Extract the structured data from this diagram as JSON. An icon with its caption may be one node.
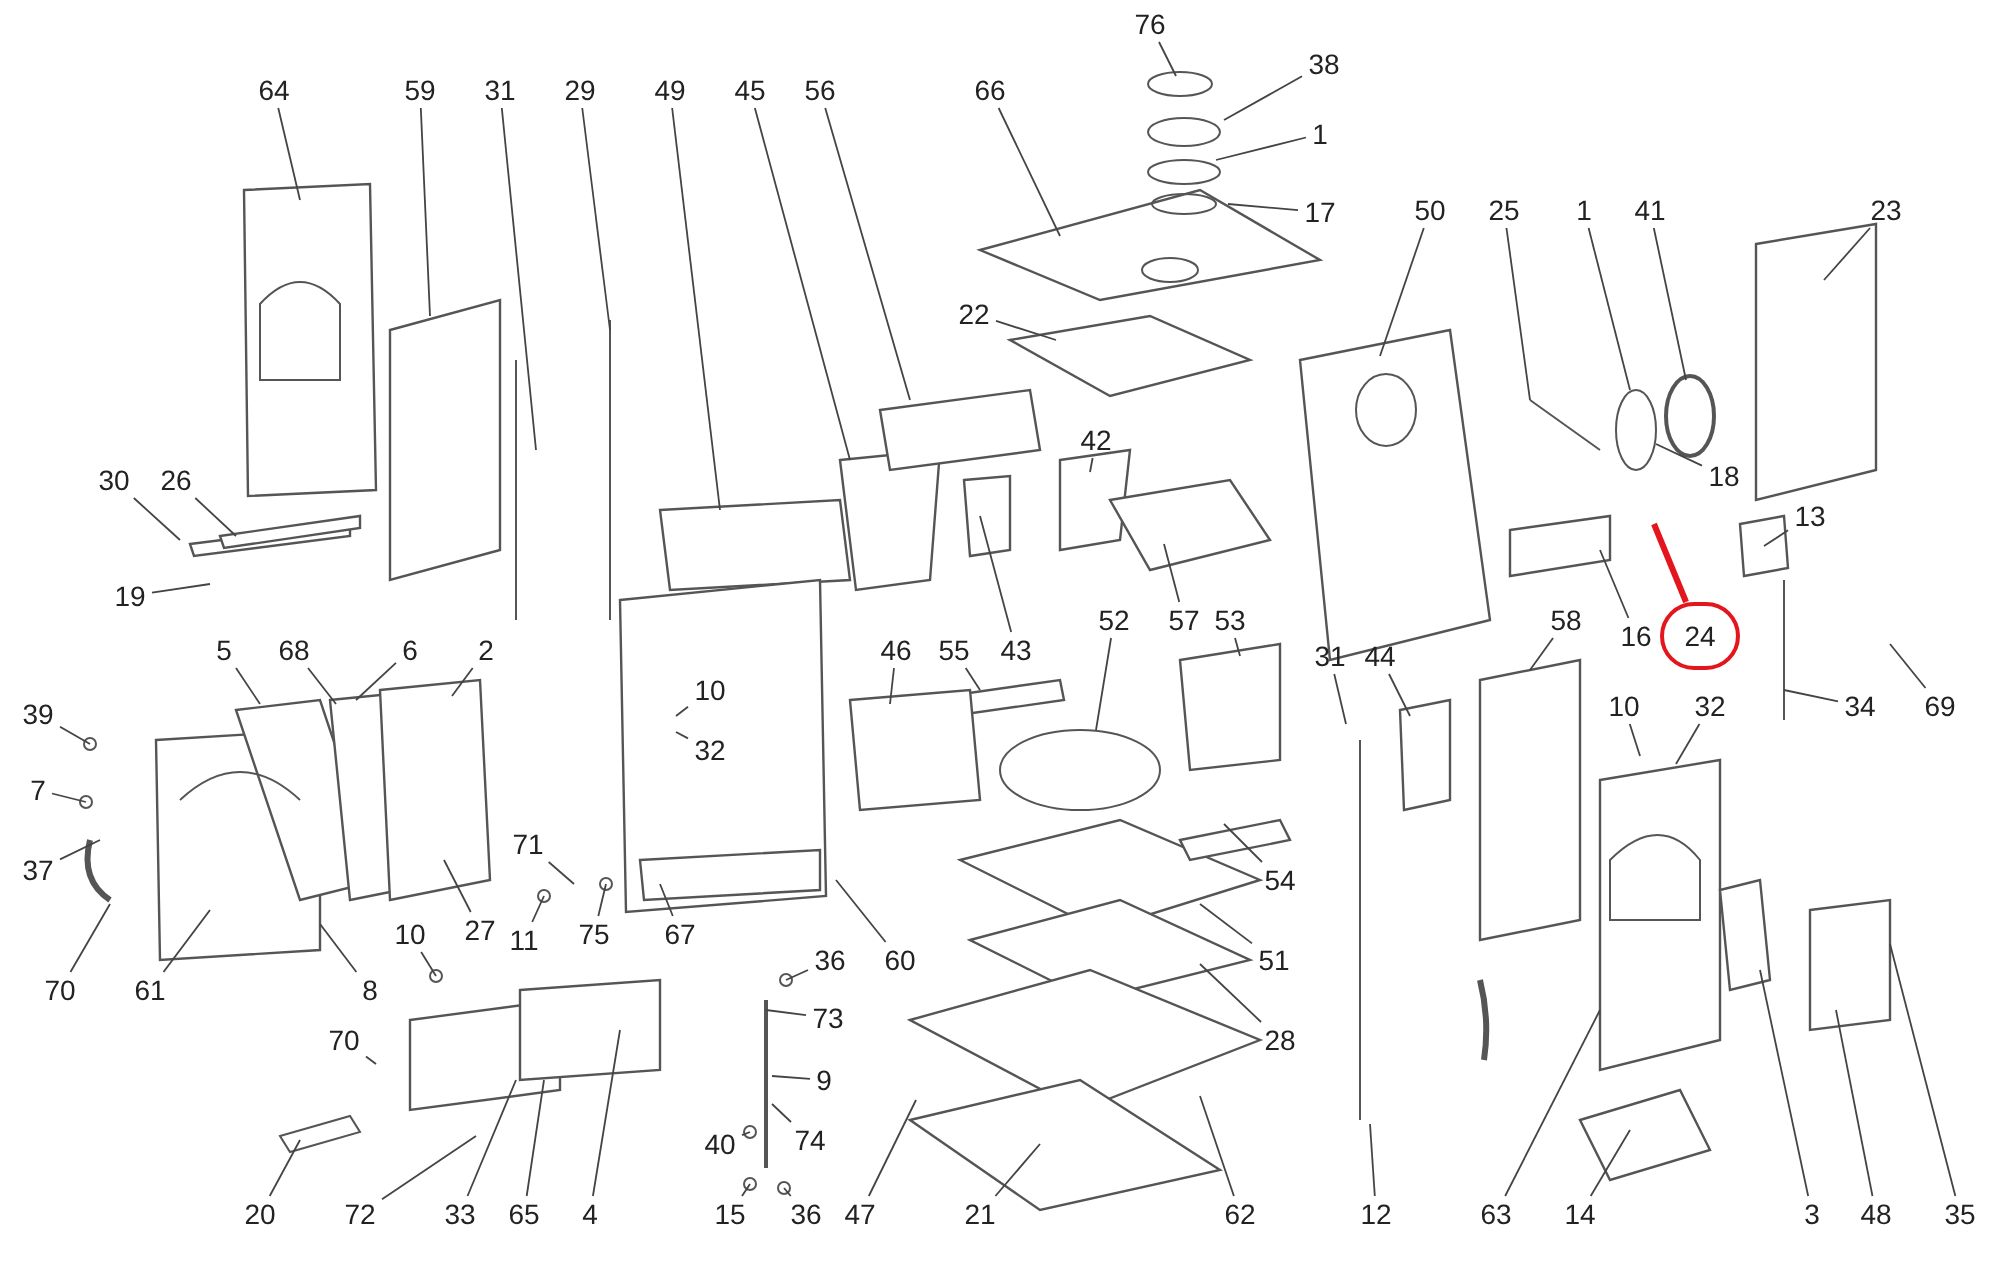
{
  "diagram": {
    "nodes": [
      {
        "text": [
          "76"
        ]
      },
      {
        "text": [
          "38"
        ]
      },
      {
        "text": [
          "64"
        ]
      },
      {
        "text": [
          "59"
        ]
      },
      {
        "text": [
          "31"
        ]
      },
      {
        "text": [
          "29"
        ]
      },
      {
        "text": [
          "49"
        ]
      },
      {
        "text": [
          "45"
        ]
      },
      {
        "text": [
          "56"
        ]
      },
      {
        "text": [
          "66"
        ]
      },
      {
        "text": [
          "1"
        ]
      },
      {
        "text": [
          "17"
        ]
      },
      {
        "text": [
          "50"
        ]
      },
      {
        "text": [
          "25"
        ]
      },
      {
        "text": [
          "1"
        ]
      },
      {
        "text": [
          "41"
        ]
      },
      {
        "text": [
          "23"
        ]
      },
      {
        "text": [
          "22"
        ]
      },
      {
        "text": [
          "42"
        ]
      },
      {
        "text": [
          "18"
        ]
      },
      {
        "text": [
          "30"
        ]
      },
      {
        "text": [
          "26"
        ]
      },
      {
        "text": [
          "13"
        ]
      },
      {
        "text": [
          "19"
        ]
      },
      {
        "text": [
          "52"
        ]
      },
      {
        "text": [
          "57"
        ]
      },
      {
        "text": [
          "53"
        ]
      },
      {
        "text": [
          "58"
        ]
      },
      {
        "text": [
          "16"
        ]
      },
      {
        "text": [
          "24"
        ]
      },
      {
        "text": [
          "5"
        ]
      },
      {
        "text": [
          "68"
        ]
      },
      {
        "text": [
          "6"
        ]
      },
      {
        "text": [
          "2"
        ]
      },
      {
        "text": [
          "46"
        ]
      },
      {
        "text": [
          "55"
        ]
      },
      {
        "text": [
          "43"
        ]
      },
      {
        "text": [
          "31"
        ]
      },
      {
        "text": [
          "44"
        ]
      },
      {
        "text": [
          "10"
        ]
      },
      {
        "text": [
          "10"
        ]
      },
      {
        "text": [
          "32"
        ]
      },
      {
        "text": [
          "34"
        ]
      },
      {
        "text": [
          "69"
        ]
      },
      {
        "text": [
          "39"
        ]
      },
      {
        "text": [
          "32"
        ]
      },
      {
        "text": [
          "7"
        ]
      },
      {
        "text": [
          "37"
        ]
      },
      {
        "text": [
          "71"
        ]
      },
      {
        "text": [
          "54"
        ]
      },
      {
        "text": [
          "11"
        ]
      },
      {
        "text": [
          "75"
        ]
      },
      {
        "text": [
          "67"
        ]
      },
      {
        "text": [
          "27"
        ]
      },
      {
        "text": [
          "10"
        ]
      },
      {
        "text": [
          "36"
        ]
      },
      {
        "text": [
          "60"
        ]
      },
      {
        "text": [
          "51"
        ]
      },
      {
        "text": [
          "70"
        ]
      },
      {
        "text": [
          "61"
        ]
      },
      {
        "text": [
          "8"
        ]
      },
      {
        "text": [
          "73"
        ]
      },
      {
        "text": [
          "70"
        ]
      },
      {
        "text": [
          "28"
        ]
      },
      {
        "text": [
          "9"
        ]
      },
      {
        "text": [
          "74"
        ]
      },
      {
        "text": [
          "40"
        ]
      },
      {
        "text": [
          "20"
        ]
      },
      {
        "text": [
          "72"
        ]
      },
      {
        "text": [
          "33"
        ]
      },
      {
        "text": [
          "65"
        ]
      },
      {
        "text": [
          "4"
        ]
      },
      {
        "text": [
          "15"
        ]
      },
      {
        "text": [
          "36"
        ]
      },
      {
        "text": [
          "47"
        ]
      },
      {
        "text": [
          "21"
        ]
      },
      {
        "text": [
          "62"
        ]
      },
      {
        "text": [
          "12"
        ]
      },
      {
        "text": [
          "63"
        ]
      },
      {
        "text": [
          "14"
        ]
      },
      {
        "text": [
          "3"
        ]
      },
      {
        "text": [
          "48"
        ]
      },
      {
        "text": [
          "35"
        ]
      }
    ],
    "edges": [
      {
        "from": 0,
        "to": null,
        "arrow": "none"
      },
      {
        "from": 1,
        "to": null,
        "arrow": "none"
      },
      {
        "from": 2,
        "to": null,
        "arrow": "none"
      },
      {
        "from": 3,
        "to": null,
        "arrow": "none"
      },
      {
        "from": 4,
        "to": null,
        "arrow": "none"
      },
      {
        "from": 5,
        "to": null,
        "arrow": "none"
      },
      {
        "from": 6,
        "to": null,
        "arrow": "none"
      },
      {
        "from": 7,
        "to": null,
        "arrow": "none"
      },
      {
        "from": 8,
        "to": null,
        "arrow": "none"
      },
      {
        "from": 9,
        "to": null,
        "arrow": "none"
      },
      {
        "from": 10,
        "to": null,
        "arrow": "none"
      },
      {
        "from": 11,
        "to": null,
        "arrow": "none"
      },
      {
        "from": 12,
        "to": null,
        "arrow": "none"
      },
      {
        "from": 13,
        "to": null,
        "arrow": "none"
      },
      {
        "from": 14,
        "to": null,
        "arrow": "none"
      },
      {
        "from": 15,
        "to": null,
        "arrow": "none"
      },
      {
        "from": 16,
        "to": null,
        "arrow": "none"
      },
      {
        "from": 17,
        "to": null,
        "arrow": "none"
      },
      {
        "from": 18,
        "to": null,
        "arrow": "none"
      },
      {
        "from": 19,
        "to": null,
        "arrow": "none"
      },
      {
        "from": 20,
        "to": null,
        "arrow": "none"
      },
      {
        "from": 21,
        "to": null,
        "arrow": "none"
      },
      {
        "from": 22,
        "to": null,
        "arrow": "none"
      },
      {
        "from": 23,
        "to": null,
        "arrow": "none"
      },
      {
        "from": 24,
        "to": null,
        "arrow": "none"
      },
      {
        "from": 25,
        "to": null,
        "arrow": "none"
      },
      {
        "from": 26,
        "to": null,
        "arrow": "none"
      },
      {
        "from": 27,
        "to": null,
        "arrow": "none"
      },
      {
        "from": 28,
        "to": null,
        "arrow": "none"
      },
      {
        "from": 29,
        "to": null,
        "arrow": "none",
        "style": "thick",
        "color": "#e3161d"
      },
      {
        "from": 30,
        "to": null,
        "arrow": "none"
      },
      {
        "from": 31,
        "to": null,
        "arrow": "none"
      },
      {
        "from": 32,
        "to": null,
        "arrow": "none"
      },
      {
        "from": 33,
        "to": null,
        "arrow": "none"
      },
      {
        "from": 34,
        "to": null,
        "arrow": "none"
      },
      {
        "from": 35,
        "to": null,
        "arrow": "none"
      },
      {
        "from": 36,
        "to": null,
        "arrow": "none"
      },
      {
        "from": 37,
        "to": null,
        "arrow": "none"
      },
      {
        "from": 38,
        "to": null,
        "arrow": "none"
      },
      {
        "from": 39,
        "to": null,
        "arrow": "none"
      },
      {
        "from": 40,
        "to": null,
        "arrow": "none"
      },
      {
        "from": 41,
        "to": null,
        "arrow": "none"
      },
      {
        "from": 42,
        "to": null,
        "arrow": "none"
      },
      {
        "from": 43,
        "to": null,
        "arrow": "none"
      },
      {
        "from": 44,
        "to": null,
        "arrow": "none"
      },
      {
        "from": 45,
        "to": null,
        "arrow": "none"
      },
      {
        "from": 46,
        "to": null,
        "arrow": "none"
      },
      {
        "from": 47,
        "to": null,
        "arrow": "none"
      },
      {
        "from": 48,
        "to": null,
        "arrow": "none"
      },
      {
        "from": 49,
        "to": null,
        "arrow": "none"
      },
      {
        "from": 50,
        "to": null,
        "arrow": "none"
      },
      {
        "from": 51,
        "to": null,
        "arrow": "none"
      },
      {
        "from": 52,
        "to": null,
        "arrow": "none"
      },
      {
        "from": 53,
        "to": null,
        "arrow": "none"
      },
      {
        "from": 54,
        "to": null,
        "arrow": "none"
      },
      {
        "from": 55,
        "to": null,
        "arrow": "none"
      },
      {
        "from": 56,
        "to": null,
        "arrow": "none"
      },
      {
        "from": 57,
        "to": null,
        "arrow": "none"
      },
      {
        "from": 58,
        "to": null,
        "arrow": "none"
      },
      {
        "from": 59,
        "to": null,
        "arrow": "none"
      },
      {
        "from": 60,
        "to": null,
        "arrow": "none"
      },
      {
        "from": 61,
        "to": null,
        "arrow": "none"
      },
      {
        "from": 62,
        "to": null,
        "arrow": "none"
      },
      {
        "from": 63,
        "to": null,
        "arrow": "none"
      },
      {
        "from": 64,
        "to": null,
        "arrow": "none"
      },
      {
        "from": 65,
        "to": null,
        "arrow": "none"
      },
      {
        "from": 66,
        "to": null,
        "arrow": "none"
      },
      {
        "from": 67,
        "to": null,
        "arrow": "none"
      },
      {
        "from": 68,
        "to": null,
        "arrow": "none"
      },
      {
        "from": 69,
        "to": null,
        "arrow": "none"
      },
      {
        "from": 70,
        "to": null,
        "arrow": "none"
      },
      {
        "from": 71,
        "to": null,
        "arrow": "none"
      },
      {
        "from": 72,
        "to": null,
        "arrow": "none"
      },
      {
        "from": 73,
        "to": null,
        "arrow": "none"
      },
      {
        "from": 74,
        "to": null,
        "arrow": "none"
      },
      {
        "from": 75,
        "to": null,
        "arrow": "none"
      },
      {
        "from": 76,
        "to": null,
        "arrow": "none"
      },
      {
        "from": 77,
        "to": null,
        "arrow": "none"
      },
      {
        "from": 78,
        "to": null,
        "arrow": "none"
      },
      {
        "from": 79,
        "to": null,
        "arrow": "none"
      },
      {
        "from": 80,
        "to": null,
        "arrow": "none"
      },
      {
        "from": 81,
        "to": null,
        "arrow": "none"
      },
      {
        "from": 82,
        "to": null,
        "arrow": "none"
      }
    ]
  }
}
